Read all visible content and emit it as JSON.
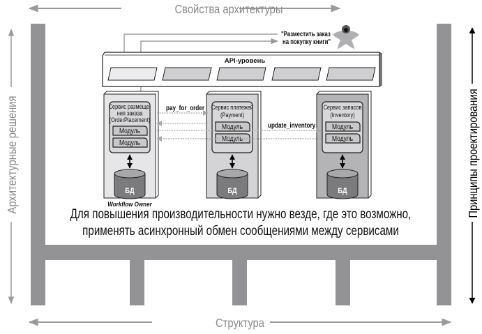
{
  "frame": {
    "top_label": "Свойства архитектуры",
    "bottom_label": "Структура",
    "left_label": "Архитектурные решения",
    "right_label": "Принципы проектирования"
  },
  "user": {
    "request_line1": "\"Разместить заказ",
    "request_line2": "на покупку книги\""
  },
  "api": {
    "label": "API-уровень",
    "slots": 5
  },
  "services": [
    {
      "title_lines": [
        "Сервис размеще-",
        "ния заказа",
        "(OrderPlacement)"
      ],
      "modules": [
        "Модуль",
        "Модуль"
      ],
      "db": "БД",
      "caption": "Workflow Owner"
    },
    {
      "title_lines": [
        "Сервис платежей",
        "(Payment)"
      ],
      "modules": [
        "Модуль",
        "Модуль"
      ],
      "db": "БД",
      "caption": ""
    },
    {
      "title_lines": [
        "Сервис запасов",
        "(Inventory)"
      ],
      "modules": [
        "Модуль",
        "Модуль"
      ],
      "db": "БД",
      "caption": ""
    }
  ],
  "messages": {
    "pay": "pay_for_order",
    "inventory": "update_inventory"
  },
  "principle": {
    "line1": "Для повышения производительности нужно везде, где это возможно,",
    "line2": "применять асинхронный обмен сообщениями между сервисами"
  },
  "colors": {
    "frame": "#939396",
    "label": "#8a8a8c",
    "box_light": "#e6e6e8",
    "box_mid": "#d4d4d6",
    "box_dark": "#b4b4b6",
    "db": "#7b7b7e",
    "db_top": "#a8a8ab",
    "slot_active": "#ececee",
    "slot": "#cfcfd1",
    "user": "#b0b0b3"
  }
}
